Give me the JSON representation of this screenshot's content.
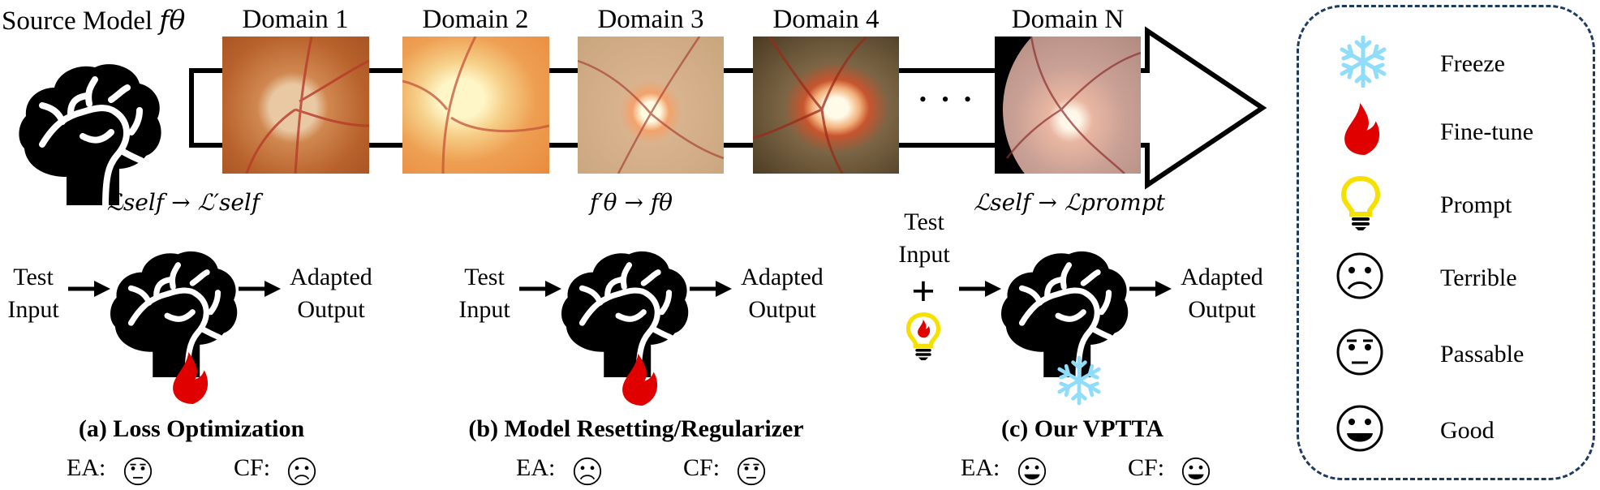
{
  "figure": {
    "source_model_label": "Source Model ",
    "source_model_symbol": "fθ",
    "domains": [
      {
        "label": "Domain 1",
        "tint": "#c0672e"
      },
      {
        "label": "Domain 2",
        "tint": "#ea9548"
      },
      {
        "label": "Domain 3",
        "tint": "#c9a37c"
      },
      {
        "label": "Domain 4",
        "tint": "#6b4a2c"
      },
      {
        "label": "Domain N",
        "tint": "#b98f86"
      }
    ],
    "ellipsis": "• • •",
    "arrow": "→",
    "panels": [
      {
        "formula_from": "ℒself",
        "formula_to": "ℒ′self",
        "input_line1": "Test",
        "input_line2": "Input",
        "output_line1": "Adapted",
        "output_line2": "Output",
        "status_icon": "fire-icon",
        "caption": "(a) Loss Optimization",
        "ea_label": "EA:",
        "ea_rating": "Passable",
        "cf_label": "CF:",
        "cf_rating": "Terrible"
      },
      {
        "formula_from": "f′θ",
        "formula_to": "fθ",
        "input_line1": "Test",
        "input_line2": "Input",
        "output_line1": "Adapted",
        "output_line2": "Output",
        "status_icon": "fire-icon",
        "caption": "(b) Model Resetting/Regularizer",
        "ea_label": "EA:",
        "ea_rating": "Terrible",
        "cf_label": "CF:",
        "cf_rating": "Passable"
      },
      {
        "formula_from": "ℒself",
        "formula_to": "ℒprompt",
        "input_line1": "Test",
        "input_line2": "Input",
        "plus": "+",
        "output_line1": "Adapted",
        "output_line2": "Output",
        "status_icon": "snowflake-icon",
        "caption": "(c) Our VPTTA",
        "ea_label": "EA:",
        "ea_rating": "Good",
        "cf_label": "CF:",
        "cf_rating": "Good"
      }
    ]
  },
  "legend": {
    "items": [
      {
        "icon": "snowflake-icon",
        "label": "Freeze"
      },
      {
        "icon": "fire-icon",
        "label": "Fine-tune"
      },
      {
        "icon": "lightbulb-icon",
        "label": "Prompt"
      },
      {
        "icon": "sad-face-icon",
        "label": "Terrible"
      },
      {
        "icon": "neutral-face-icon",
        "label": "Passable"
      },
      {
        "icon": "happy-face-icon",
        "label": "Good"
      }
    ]
  },
  "colors": {
    "snowflake": "#8fdcfb",
    "fire": "#e00000",
    "bulb": "#f5e000",
    "legend_border": "#1f3a5f"
  }
}
